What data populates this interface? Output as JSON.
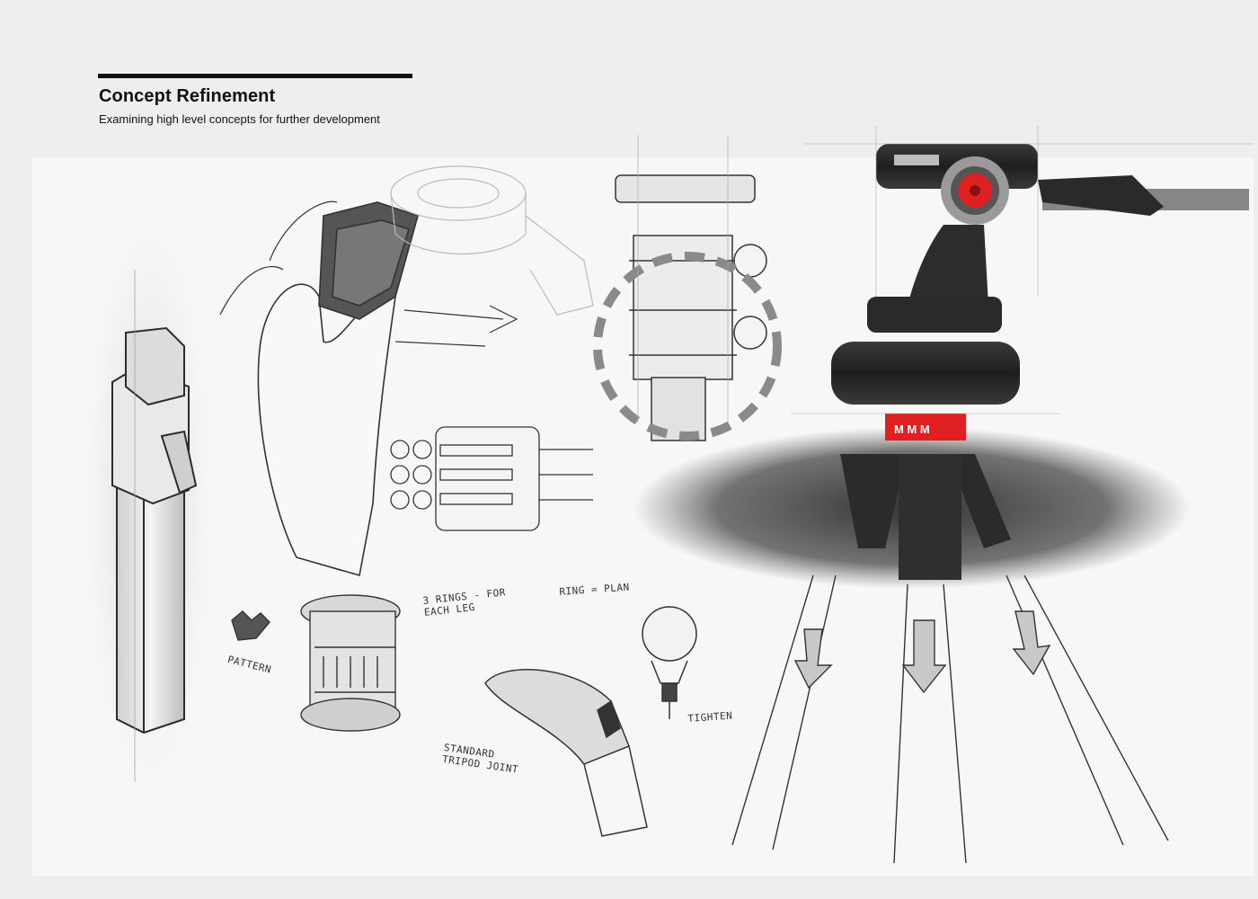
{
  "header": {
    "title": "Concept Refinement",
    "subtitle": "Examining high level concepts for further development"
  },
  "annotations": {
    "rings_line1": "3 RINGS - FOR",
    "rings_line2": "EACH LEG",
    "pattern": "PATTERN",
    "ring_plan": "RING = PLAN",
    "tighten": "TIGHTEN",
    "joint_line1": "STANDARD",
    "joint_line2": "TRIPOD JOINT"
  },
  "colors": {
    "accent_red": "#e02020",
    "ink": "#2b2b2b",
    "shadow": "#3a3a3a"
  },
  "icons": [
    "tripod-head-render",
    "leg-lock-sketch",
    "hand-grip-sketch",
    "collar-ring-sketch"
  ]
}
